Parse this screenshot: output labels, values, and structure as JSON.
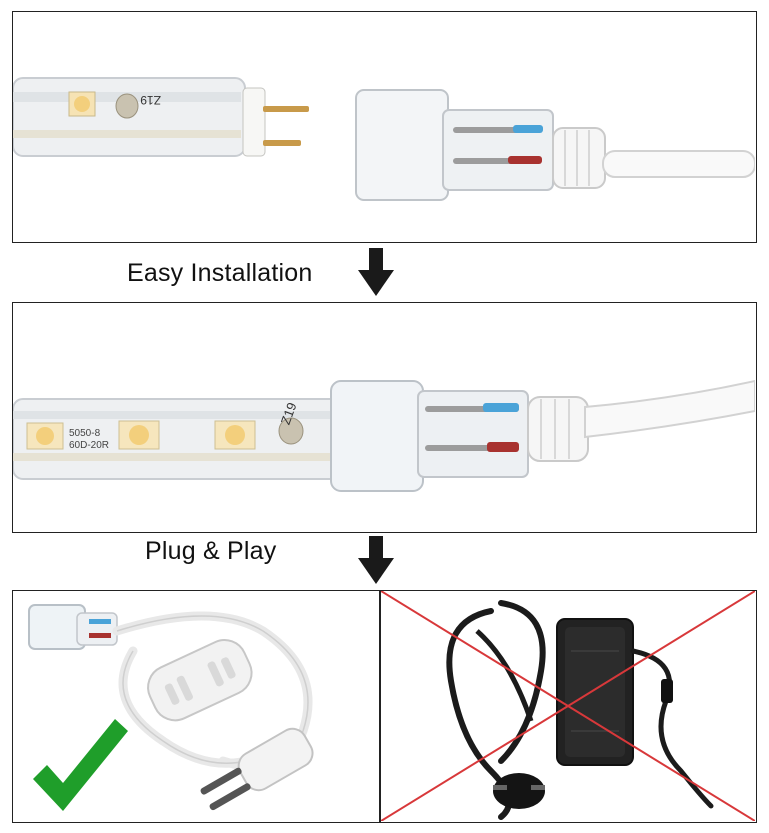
{
  "captions": {
    "step1": "Easy Installation",
    "step2": "Plug & Play"
  },
  "strip_print": {
    "model": "5050-8",
    "spec": "60D-20R",
    "code": "Z19"
  },
  "icons": {
    "down_arrow": "down-arrow-icon",
    "check": "check-mark-icon",
    "cross": "cross-mark-icon"
  },
  "colors": {
    "check_green": "#1f9e2a",
    "cross_red": "#d8383a",
    "arrow": "#1a1a1a",
    "panel_border": "#222222"
  }
}
